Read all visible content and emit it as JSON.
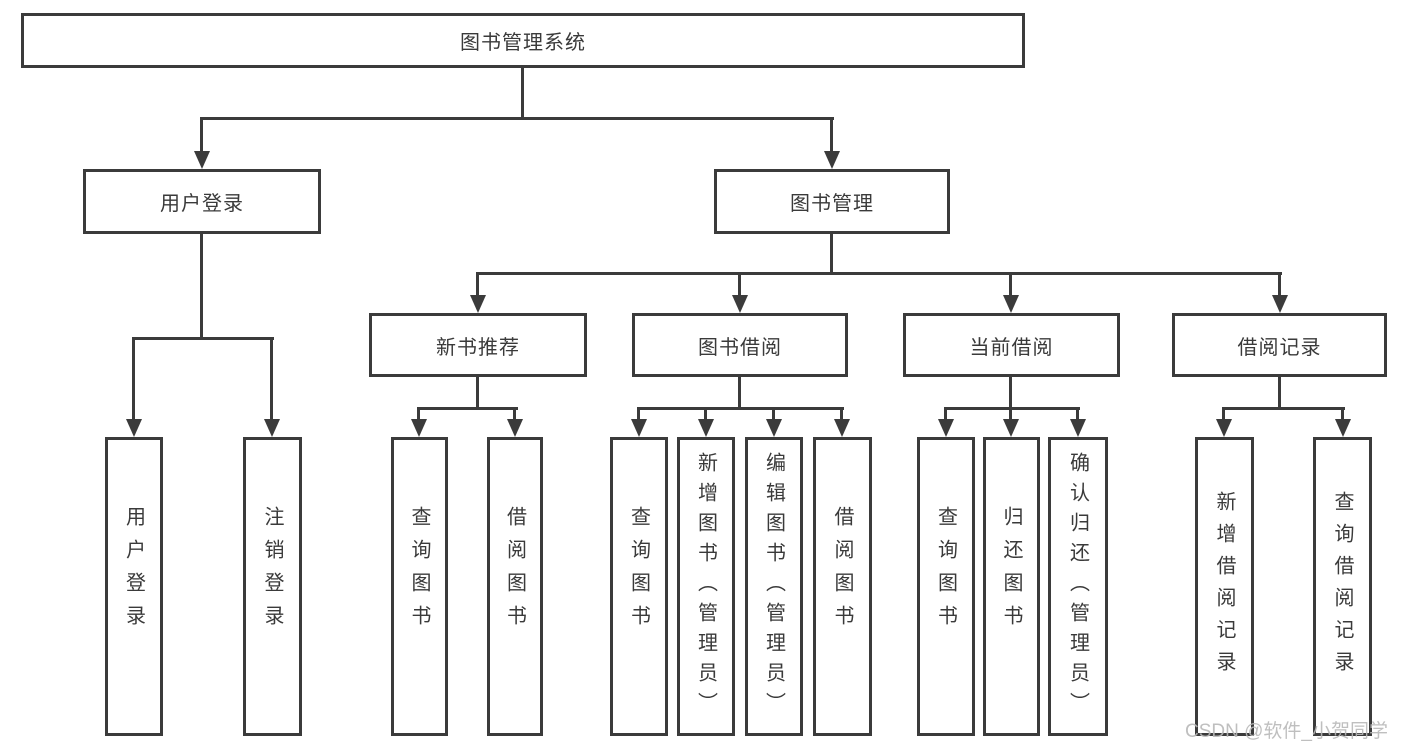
{
  "diagram": {
    "type": "tree",
    "colors": {
      "background": "#ffffff",
      "line": "#3b3b3b",
      "box_border": "#3b3b3b",
      "box_fill": "#ffffff",
      "text": "#3a3a3a",
      "watermark": "#b9b9b9"
    }
  },
  "root": {
    "label": "图书管理系统"
  },
  "login": {
    "label": "用户登录",
    "children": [
      "用户登录",
      "注销登录"
    ]
  },
  "mgmt": {
    "label": "图书管理",
    "sections": [
      {
        "label": "新书推荐",
        "children": [
          "查询图书",
          "借阅图书"
        ]
      },
      {
        "label": "图书借阅",
        "children": [
          "查询图书",
          "新增图书（管理员）",
          "编辑图书（管理员）",
          "借阅图书"
        ]
      },
      {
        "label": "当前借阅",
        "children": [
          "查询图书",
          "归还图书",
          "确认归还（管理员）"
        ]
      },
      {
        "label": "借阅记录",
        "children": [
          "新增借阅记录",
          "查询借阅记录"
        ]
      }
    ]
  },
  "watermark": {
    "text": "CSDN @软件_小贺同学"
  }
}
